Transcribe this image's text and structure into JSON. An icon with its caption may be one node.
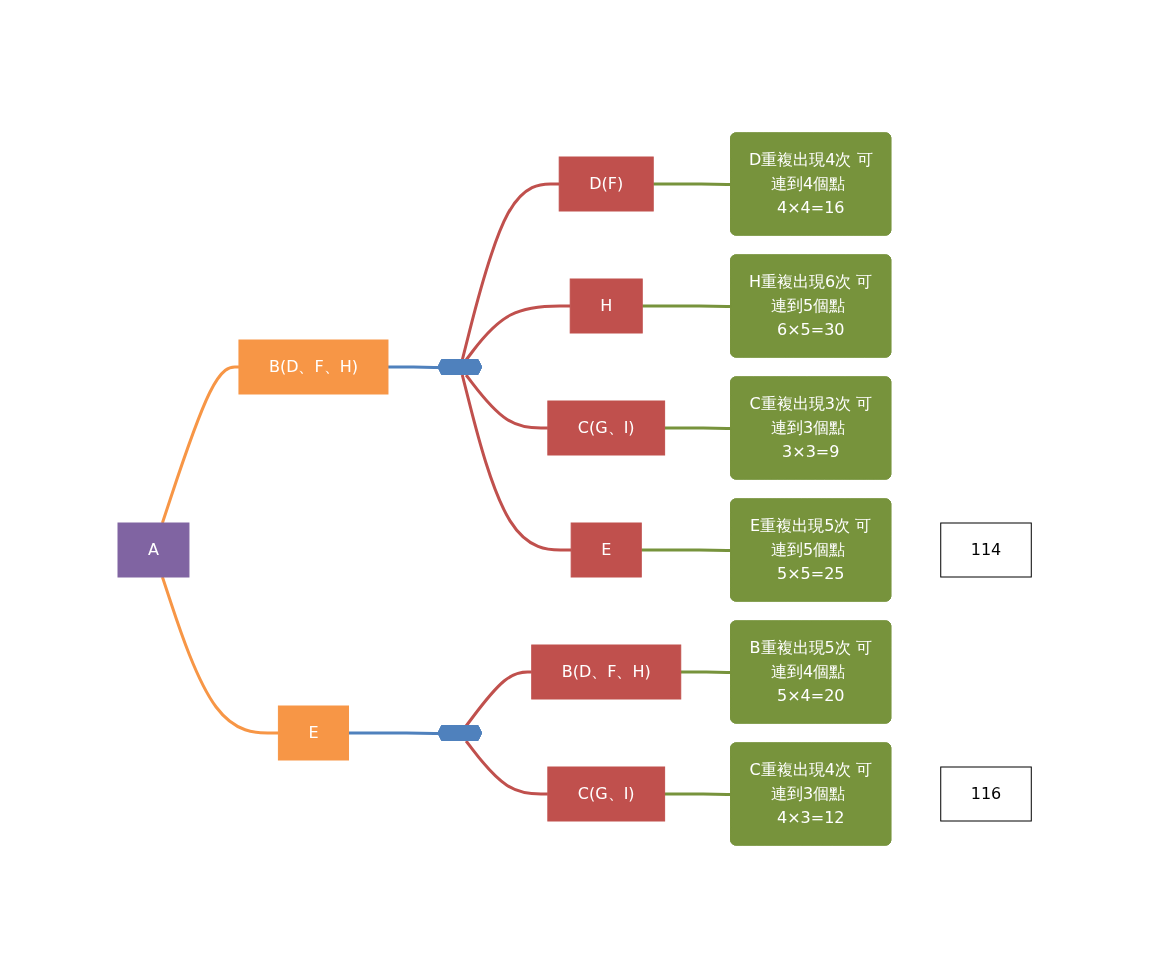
{
  "diagram": {
    "nodes": [
      {
        "text": [
          "A"
        ]
      },
      {
        "text": [
          "B(D、F、H)"
        ]
      },
      {
        "text": [
          "E"
        ]
      },
      {
        "text": [],
        "shape": "arrow"
      },
      {
        "text": [
          "D(F)"
        ]
      },
      {
        "text": [
          "H"
        ]
      },
      {
        "text": [
          "C(G、I)"
        ]
      },
      {
        "text": [
          "E"
        ]
      },
      {
        "text": [
          "D重複出現4次 可連到4個點 4×4=16"
        ]
      },
      {
        "text": [
          "H重複出現6次 可連到5個點 6×5=30"
        ]
      },
      {
        "text": [
          "C重複出現3次 可連到3個點 3×3=9"
        ]
      },
      {
        "text": [
          "E重複出現5次 可連到5個點 5×5=25"
        ]
      },
      {
        "text": [],
        "shape": "arrow"
      },
      {
        "text": [
          "B(D、F、H)"
        ]
      },
      {
        "text": [
          "C(G、I)"
        ]
      },
      {
        "text": [
          "B重複出現5次 可連到4個點 5×4=20"
        ]
      },
      {
        "text": [
          "C重複出現4次 可連到3個點 4×3=12"
        ]
      },
      {
        "text": [
          "114"
        ]
      },
      {
        "text": [
          "116"
        ]
      }
    ],
    "edges": [
      {
        "from": 0,
        "to": 1,
        "arrow": "none",
        "color": "#f79646"
      },
      {
        "from": 0,
        "to": 2,
        "arrow": "none",
        "color": "#f79646"
      },
      {
        "from": 1,
        "to": 3,
        "arrow": "none",
        "color": "#4f81bd"
      },
      {
        "from": 3,
        "to": 4,
        "arrow": "none",
        "color": "#c0504d"
      },
      {
        "from": 3,
        "to": 5,
        "arrow": "none",
        "color": "#c0504d"
      },
      {
        "from": 3,
        "to": 6,
        "arrow": "none",
        "color": "#c0504d"
      },
      {
        "from": 3,
        "to": 7,
        "arrow": "none",
        "color": "#c0504d"
      },
      {
        "from": 4,
        "to": 8,
        "arrow": "none",
        "color": "#77933c"
      },
      {
        "from": 5,
        "to": 9,
        "arrow": "none",
        "color": "#77933c"
      },
      {
        "from": 6,
        "to": 10,
        "arrow": "none",
        "color": "#77933c"
      },
      {
        "from": 7,
        "to": 11,
        "arrow": "none",
        "color": "#77933c"
      },
      {
        "from": 2,
        "to": 12,
        "arrow": "none",
        "color": "#4f81bd"
      },
      {
        "from": 12,
        "to": 13,
        "arrow": "none",
        "color": "#c0504d"
      },
      {
        "from": 12,
        "to": 14,
        "arrow": "none",
        "color": "#c0504d"
      },
      {
        "from": 13,
        "to": 15,
        "arrow": "none",
        "color": "#77933c"
      },
      {
        "from": 14,
        "to": 16,
        "arrow": "none",
        "color": "#77933c"
      }
    ]
  }
}
